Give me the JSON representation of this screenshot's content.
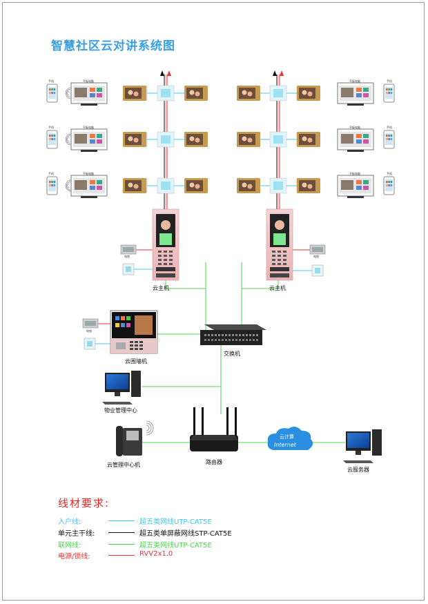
{
  "title": "智慧社区云对讲系统图",
  "labels": {
    "phone": "手机",
    "tablet": "平板电脑",
    "cloud_host": "云主机",
    "cloud_wall": "云围墙机",
    "switch": "交换机",
    "property_center": "物业管理中心",
    "cloud_manager": "云管理中心机",
    "router": "路由器",
    "cloud_server": "云服务器",
    "cloud_bubble_1": "云计算",
    "cloud_bubble_2": "Internet",
    "lock": "电锁"
  },
  "legend": {
    "title": "线材要求:",
    "items": [
      {
        "name": "入户线:",
        "value": "超五类网线UTP-CAT5E",
        "color": "#41c8f0"
      },
      {
        "name": "单元主干线:",
        "value": "超五类单屏蔽网线STP-CAT5E",
        "color": "#111111"
      },
      {
        "name": "联网线:",
        "value": "超五类网线UTP-CAT5E",
        "color": "#4cd64c"
      },
      {
        "name": "电源/锁线:",
        "value": "RVV2x1.0",
        "color": "#e33333"
      }
    ]
  }
}
